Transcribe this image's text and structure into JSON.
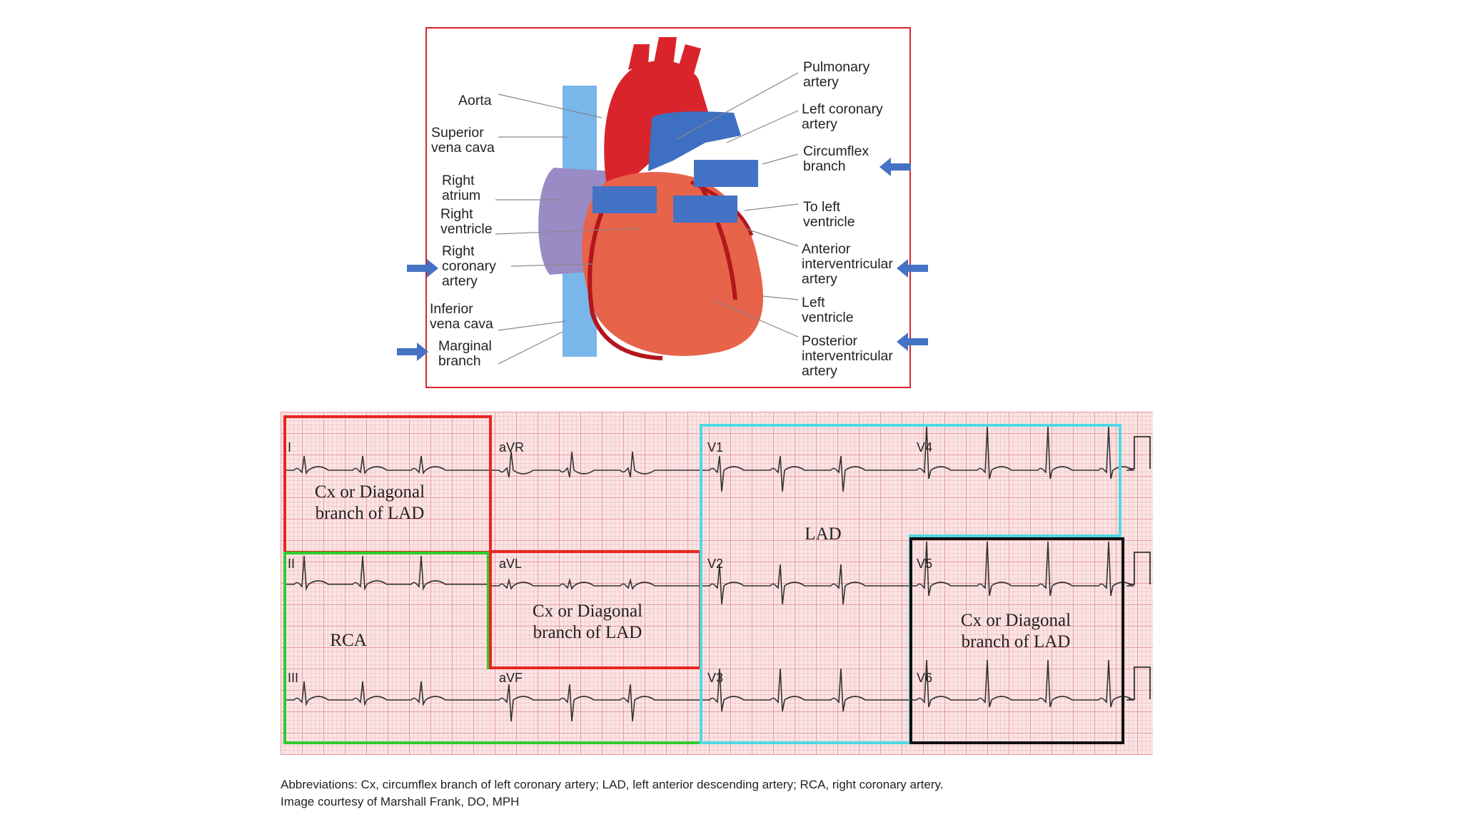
{
  "heart": {
    "labels_left": {
      "aorta": "Aorta",
      "svc": "Superior\nvena cava",
      "right_atrium": "Right\natrium",
      "right_ventricle": "Right\nventricle",
      "rca": "Right\ncoronary\nartery",
      "ivc": "Inferior\nvena cava",
      "marginal": "Marginal\nbranch"
    },
    "labels_right": {
      "pulmonary": "Pulmonary\nartery",
      "lca": "Left coronary\nartery",
      "circumflex": "Circumflex\nbranch",
      "to_lv": "To left\nventricle",
      "aiv": "Anterior\ninterventricular\nartery",
      "lv": "Left\nventricle",
      "piv": "Posterior\ninterventricular\nartery"
    },
    "colors": {
      "border": "#d9232e",
      "arrow": "#4472c4",
      "cover_box": "#4472c4"
    }
  },
  "ecg": {
    "leads": {
      "I": "I",
      "II": "II",
      "III": "III",
      "aVR": "aVR",
      "aVL": "aVL",
      "aVF": "aVF",
      "V1": "V1",
      "V2": "V2",
      "V3": "V3",
      "V4": "V4",
      "V5": "V5",
      "V6": "V6"
    },
    "regions": {
      "cx_top_left": "Cx or Diagonal\nbranch of LAD",
      "rca": "RCA",
      "cx_avl": "Cx or Diagonal\nbranch of LAD",
      "lad": "LAD",
      "cx_v5v6": "Cx or Diagonal\nbranch of LAD"
    },
    "colors": {
      "red": "#e8261f",
      "green": "#2ecc2e",
      "cyan": "#4fd8e4",
      "black": "#111111"
    }
  },
  "caption": {
    "line1": "Abbreviations: Cx, circumflex branch of left coronary artery; LAD, left anterior descending artery; RCA, right coronary artery.",
    "line2": "Image courtesy of Marshall Frank, DO, MPH"
  }
}
